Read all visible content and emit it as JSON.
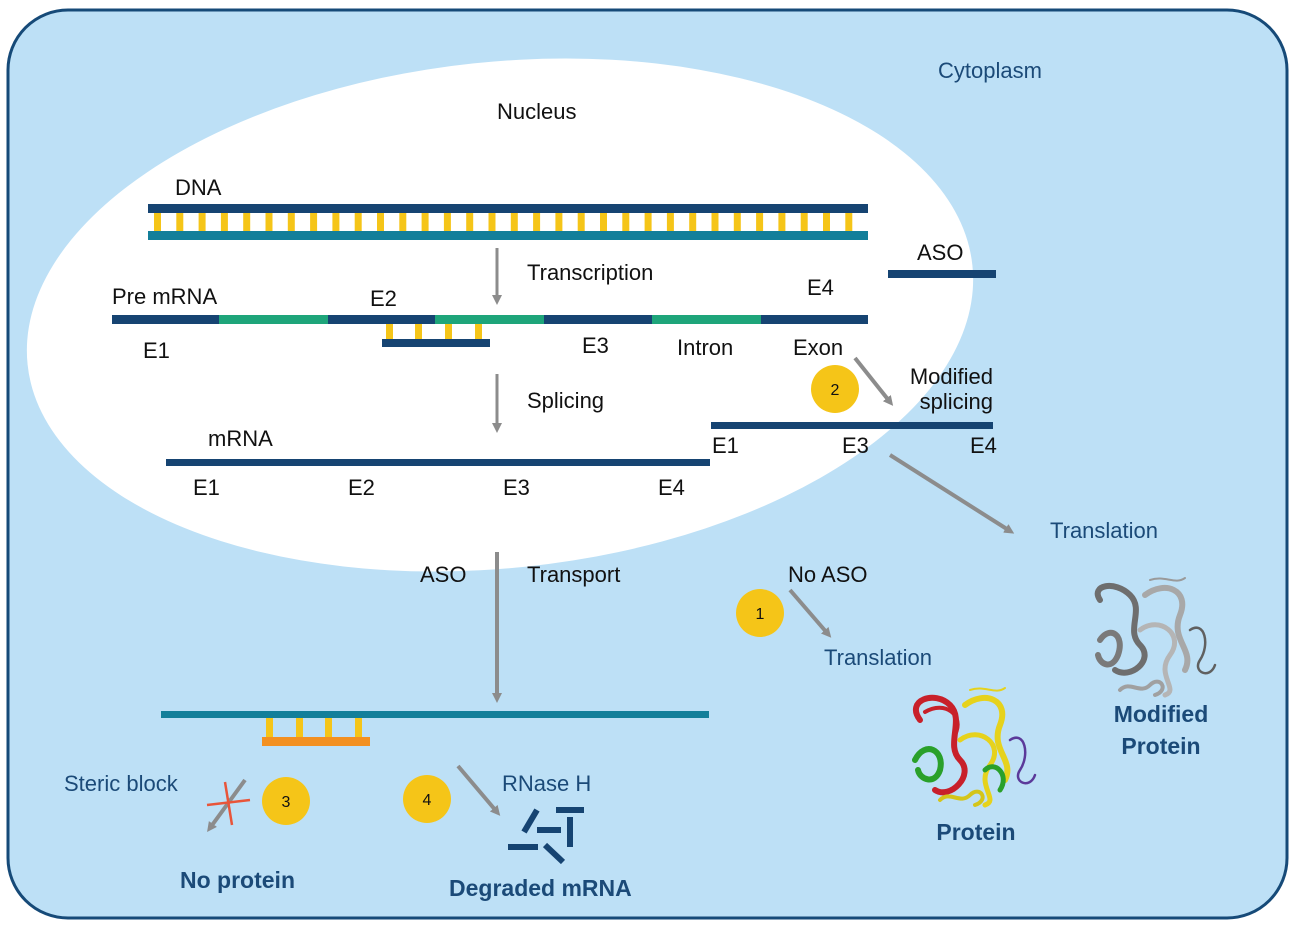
{
  "colors": {
    "cytoplasm_fill": "#bde0f6",
    "cell_border": "#164a78",
    "nucleus_fill": "#ffffff",
    "strand_dark": "#164472",
    "strand_teal": "#137f9a",
    "intron_green": "#1ea57a",
    "base_pair_yellow": "#f5c518",
    "aso_orange": "#f39020",
    "arrow_gray": "#8c8c8c",
    "cross_red": "#e8553a",
    "step_badge": "#f5c518",
    "cyto_text": "#1b4a78"
  },
  "labels": {
    "cytoplasm": "Cytoplasm",
    "nucleus": "Nucleus",
    "dna": "DNA",
    "transcription": "Transcription",
    "pre_mrna": "Pre mRNA",
    "aso_top": "ASO",
    "splicing": "Splicing",
    "mrna": "mRNA",
    "modified_splicing_line1": "Modified",
    "modified_splicing_line2": "splicing",
    "aso_transport_left": "ASO",
    "transport": "Transport",
    "no_aso": "No ASO",
    "translation_right": "Translation",
    "translation_mid": "Translation",
    "steric_block": "Steric block",
    "rnase_h": "RNase H",
    "no_protein": "No protein",
    "degraded_mrna": "Degraded mRNA",
    "protein": "Protein",
    "modified_protein_line1": "Modified",
    "modified_protein_line2": "Protein"
  },
  "pre_mrna": {
    "exon_labels": [
      "E1",
      "E2",
      "E3",
      "E4"
    ],
    "legend": [
      "Intron",
      "Exon"
    ]
  },
  "mrna": {
    "exon_labels": [
      "E1",
      "E2",
      "E3",
      "E4"
    ]
  },
  "modified_mrna": {
    "exon_labels": [
      "E1",
      "E3",
      "E4"
    ]
  },
  "steps": [
    "1",
    "2",
    "3",
    "4"
  ]
}
